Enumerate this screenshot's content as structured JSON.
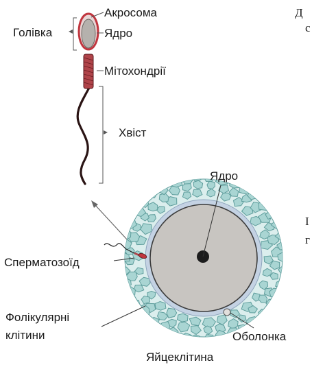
{
  "labels": {
    "acrosome": "Акросома",
    "head": "Голівка",
    "nucleus_sperm": "Ядро",
    "mitochondria": "Мітохондрії",
    "tail": "Хвіст",
    "nucleus_egg": "Ядро",
    "sperm": "Сперматозоїд",
    "follicular_1": "Фолікулярні",
    "follicular_2": "клітини",
    "membrane": "Оболонка",
    "egg": "Яйцеклітина"
  },
  "side_text": [
    "Д",
    "с",
    "І",
    "г"
  ],
  "colors": {
    "follicle": "#a9d5d3",
    "follicle_stroke": "#5e9d9c",
    "zona": "#c4d2e3",
    "cytoplasm": "#c8c5c1",
    "nucleus": "#1c1c1c",
    "sperm_head": "#b5b1ad",
    "acrosome_rim": "#c0363f",
    "midpiece": "#b0444a"
  }
}
